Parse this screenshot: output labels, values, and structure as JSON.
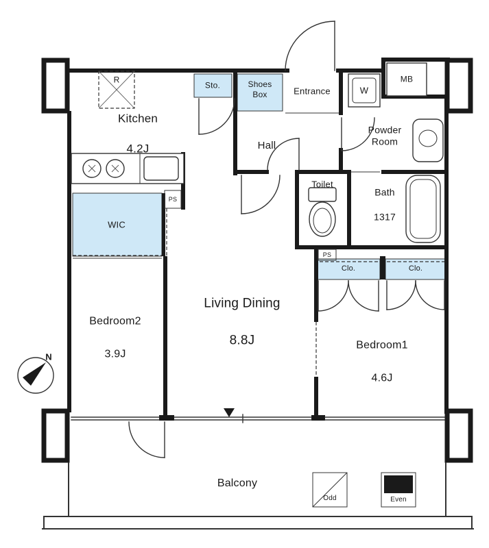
{
  "meta": {
    "kind": "apartment-floor-plan"
  },
  "colors": {
    "wall": "#1a1a1a",
    "line": "#333333",
    "closet_fill": "#cfe8f7",
    "background": "#ffffff",
    "text": "#1a1a1a"
  },
  "rooms": {
    "kitchen": {
      "name": "Kitchen",
      "size": "4.2J"
    },
    "living_dining": {
      "name": "Living Dining",
      "size": "8.8J"
    },
    "bedroom1": {
      "name": "Bedroom1",
      "size": "4.6J"
    },
    "bedroom2": {
      "name": "Bedroom2",
      "size": "3.9J"
    },
    "hall": {
      "name": "Hall"
    },
    "entrance": {
      "name": "Entrance"
    },
    "powder_room": {
      "name": "Powder\nRoom"
    },
    "toilet": {
      "name": "Toilet"
    },
    "bath": {
      "name": "Bath",
      "size": "1317"
    },
    "wic": {
      "name": "WIC"
    },
    "storage": {
      "name": "Sto."
    },
    "shoes_box": {
      "name": "Shoes\nBox"
    },
    "balcony": {
      "name": "Balcony"
    }
  },
  "labels": {
    "meter_box": "MB",
    "washer": "W",
    "refrigerator": "R",
    "pipe_space_kitchen": "PS",
    "pipe_space_toilet": "PS",
    "closet_1": "Clo.",
    "closet_2": "Clo.",
    "floor_marker_odd": "Odd",
    "floor_marker_even": "Even",
    "compass_north": "N"
  }
}
